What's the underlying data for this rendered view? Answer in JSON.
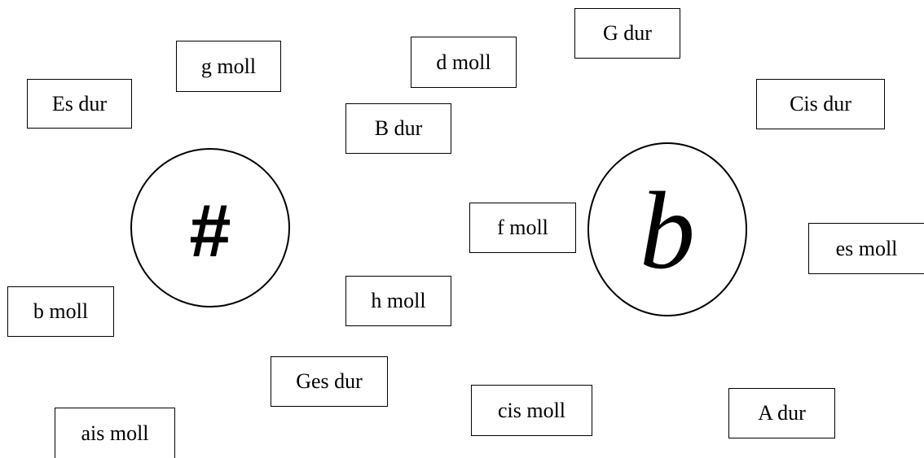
{
  "targets": {
    "sharp": {
      "symbol": "#"
    },
    "flat": {
      "symbol": "b"
    }
  },
  "cards": [
    {
      "id": "es-dur",
      "label": "Es dur"
    },
    {
      "id": "g-moll",
      "label": "g moll"
    },
    {
      "id": "d-moll",
      "label": "d moll"
    },
    {
      "id": "g-dur",
      "label": "G dur"
    },
    {
      "id": "b-dur",
      "label": "B dur"
    },
    {
      "id": "cis-dur",
      "label": "Cis dur"
    },
    {
      "id": "f-moll",
      "label": "f moll"
    },
    {
      "id": "es-moll",
      "label": "es moll"
    },
    {
      "id": "b-moll",
      "label": "b moll"
    },
    {
      "id": "h-moll",
      "label": "h moll"
    },
    {
      "id": "ges-dur",
      "label": "Ges dur"
    },
    {
      "id": "cis-moll",
      "label": "cis moll"
    },
    {
      "id": "a-dur",
      "label": "A dur"
    },
    {
      "id": "ais-moll",
      "label": "ais moll"
    }
  ]
}
